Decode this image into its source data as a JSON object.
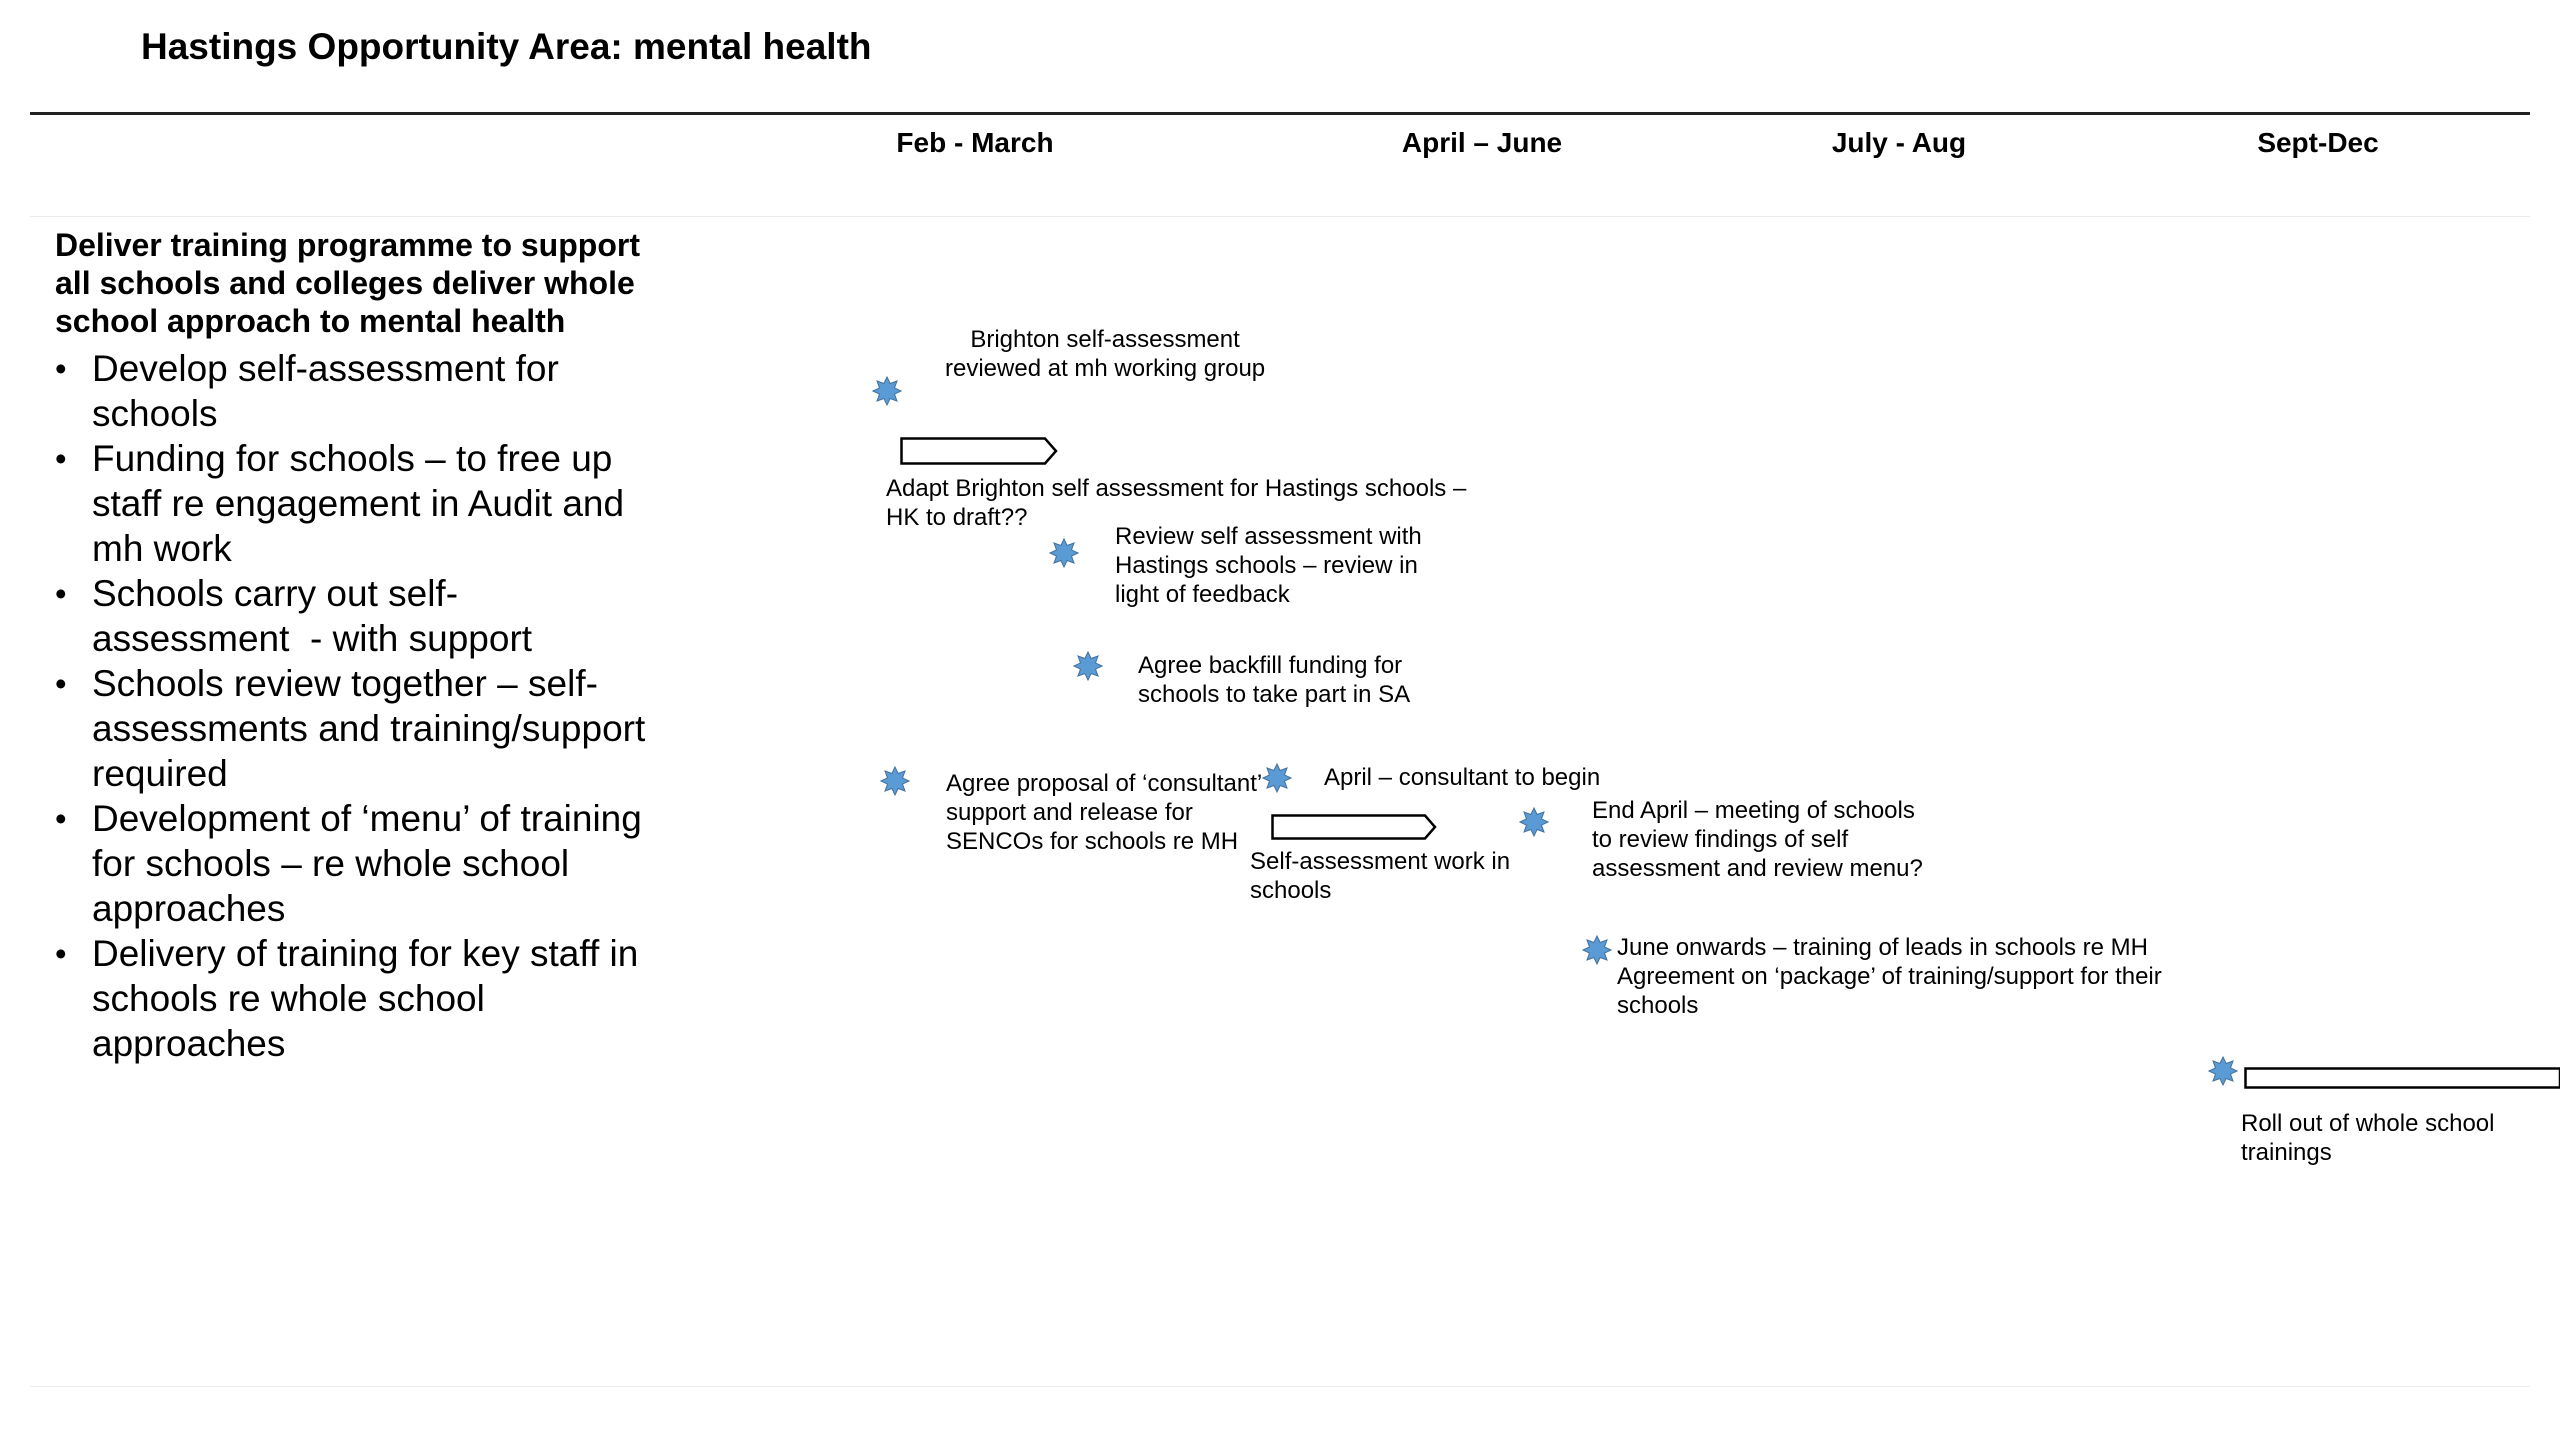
{
  "title": "Hastings Opportunity Area: mental health",
  "phases": [
    "Feb - March",
    "April – June",
    "July - Aug",
    "Sept-Dec"
  ],
  "left_panel": {
    "heading_lines": [
      "Deliver training programme to support",
      "all schools and colleges deliver whole",
      "school approach to mental health"
    ],
    "bullets": [
      [
        "Develop self-assessment for",
        "schools"
      ],
      [
        "Funding for schools – to free up",
        "staff re engagement in Audit and",
        "mh work"
      ],
      [
        "Schools carry out self-",
        "assessment  - with support"
      ],
      [
        "Schools review together – self-",
        "assessments and training/support",
        "required"
      ],
      [
        "Development of ‘menu’ of training",
        "for schools – re whole school",
        "approaches"
      ],
      [
        "Delivery of training for key staff in",
        "schools re whole school",
        "approaches"
      ]
    ]
  },
  "milestone_color": "#5b9bd5",
  "timeline": {
    "brighton_review": [
      "Brighton self-assessment",
      "reviewed at mh working group"
    ],
    "adapt_brighton": [
      "Adapt Brighton self assessment for Hastings schools –",
      "HK to draft??"
    ],
    "review_self_assessment": [
      "Review self assessment with",
      "Hastings schools – review in",
      "light of feedback"
    ],
    "backfill_funding": [
      "Agree backfill funding for",
      "schools to take part in SA"
    ],
    "consultant_proposal": [
      "Agree proposal of ‘consultant’",
      "support and release for",
      "SENCOs for schools re MH"
    ],
    "consultant_begin": [
      "April – consultant to begin"
    ],
    "self_assessment_work": [
      "Self-assessment work in",
      "schools"
    ],
    "end_april_meeting": [
      "End April – meeting of schools",
      "to review findings of self",
      "assessment and review menu?"
    ],
    "june_onwards": [
      "June onwards – training of leads in schools re MH",
      "Agreement on ‘package’ of training/support for their",
      "schools"
    ],
    "roll_out": [
      "Roll out of whole school",
      "trainings"
    ]
  }
}
